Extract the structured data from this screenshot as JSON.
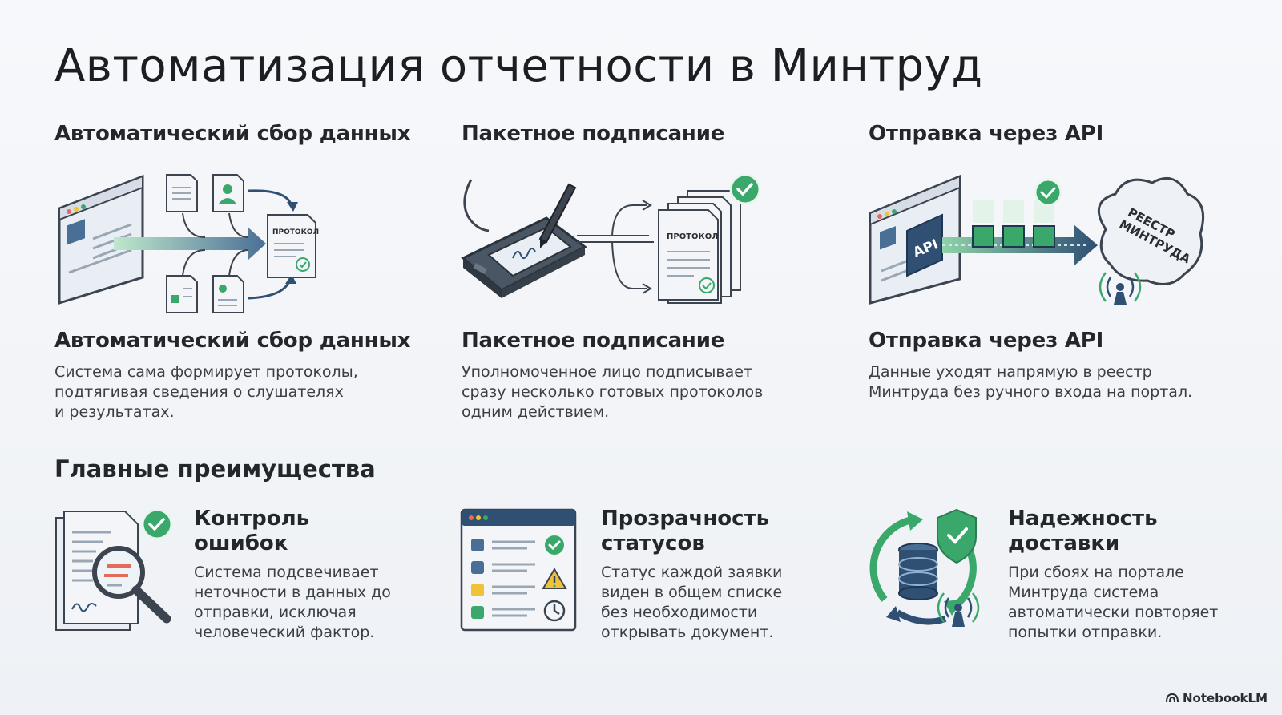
{
  "title": "Автоматизация отчетности в Минтруд",
  "columns": [
    {
      "heading": "Автоматический сбор данных",
      "subheading": "Автоматический сбор данных",
      "description": "Система сама формирует протоколы,\nподтягивая сведения о слушателях\nи результатах.",
      "doc_label": "ПРОТОКОЛ"
    },
    {
      "heading": "Пакетное подписание",
      "subheading": "Пакетное подписание",
      "description": "Уполномоченное лицо подписывает\nсразу несколько готовых протоколов\nодним действием.",
      "doc_label": "ПРОТОКОЛ"
    },
    {
      "heading": "Отправка через API",
      "subheading": "Отправка через API",
      "description": "Данные уходят напрямую в реестр\nМинтруда без ручного входа на портал.",
      "api_label": "API",
      "cloud_label_line1": "РЕЕСТР",
      "cloud_label_line2": "МИНТРУДА"
    }
  ],
  "advantages": {
    "heading": "Главные преимущества",
    "items": [
      {
        "title": "Контроль\nошибок",
        "text": "Система подсвечивает\nнеточности в данных до\nотправки, исключая\nчеловеческий фактор."
      },
      {
        "title": "Прозрачность\nстатусов",
        "text": "Статус каждой заявки\nвиден в общем списке\nбез необходимости\nоткрывать документ."
      },
      {
        "title": "Надежность\nдоставки",
        "text": "При сбоях на портале\nМинтруда система\nавтоматически повторяет\nпопытки отправки."
      }
    ]
  },
  "brand": "NotebookLM",
  "colors": {
    "accent_green": "#3aa86b",
    "accent_blue": "#2f4f73",
    "gradient_green": "#8fd3a8",
    "warning": "#f0c23a"
  }
}
